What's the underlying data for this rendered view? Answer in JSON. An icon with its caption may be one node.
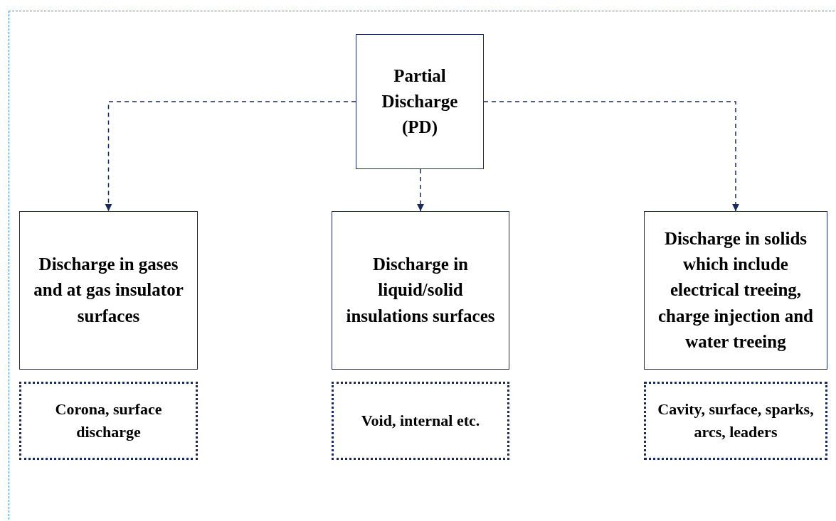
{
  "diagram": {
    "nodes": [
      {
        "text": [
          "Partial Discharge (PD)"
        ]
      },
      {
        "text": [
          "Discharge in gases and at gas insulator surfaces"
        ]
      },
      {
        "text": [
          "Discharge in liquid/solid insulations surfaces"
        ]
      },
      {
        "text": [
          "Discharge in solids which include electrical treeing, charge injection and water treeing"
        ]
      },
      {
        "text": [
          "Corona, surface discharge"
        ]
      },
      {
        "text": [
          "Void, internal etc."
        ]
      },
      {
        "text": [
          "Cavity, surface, sparks, arcs, leaders"
        ]
      }
    ],
    "edges": [
      {
        "from": 0,
        "to": 1,
        "arrow": "to",
        "style": "dashed"
      },
      {
        "from": 0,
        "to": 2,
        "arrow": "to",
        "style": "dashed"
      },
      {
        "from": 0,
        "to": 3,
        "arrow": "to",
        "style": "dashed"
      }
    ]
  }
}
